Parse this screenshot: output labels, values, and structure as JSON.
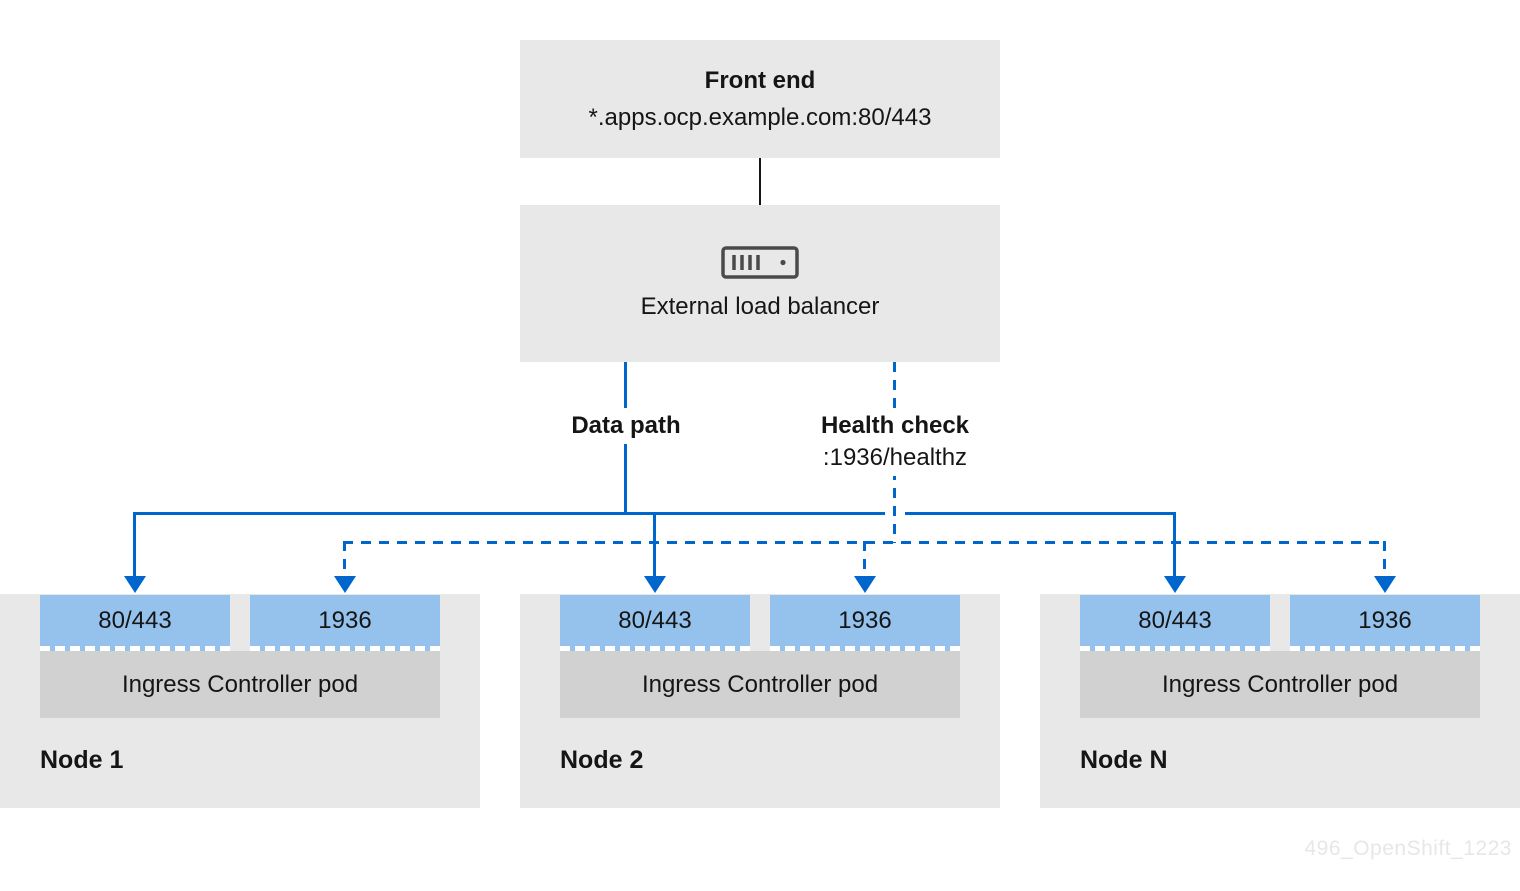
{
  "front_end": {
    "title": "Front end",
    "subtitle": "*.apps.ocp.example.com:80/443"
  },
  "load_balancer": {
    "label": "External load balancer",
    "icon": "server-icon"
  },
  "data_path": {
    "label": "Data path",
    "style": "solid"
  },
  "health_check": {
    "label": "Health check",
    "endpoint": ":1936/healthz",
    "style": "dashed"
  },
  "nodes": [
    {
      "name": "Node 1",
      "ports": [
        "80/443",
        "1936"
      ],
      "pod": "Ingress Controller pod"
    },
    {
      "name": "Node 2",
      "ports": [
        "80/443",
        "1936"
      ],
      "pod": "Ingress Controller pod"
    },
    {
      "name": "Node N",
      "ports": [
        "80/443",
        "1936"
      ],
      "pod": "Ingress Controller pod"
    }
  ],
  "watermark": "496_OpenShift_1223",
  "colors": {
    "line_blue": "#0066cc",
    "port_blue": "#94c2ec",
    "box_gray": "#e8e8e8",
    "pod_gray": "#d1d1d1",
    "text": "#151515"
  }
}
